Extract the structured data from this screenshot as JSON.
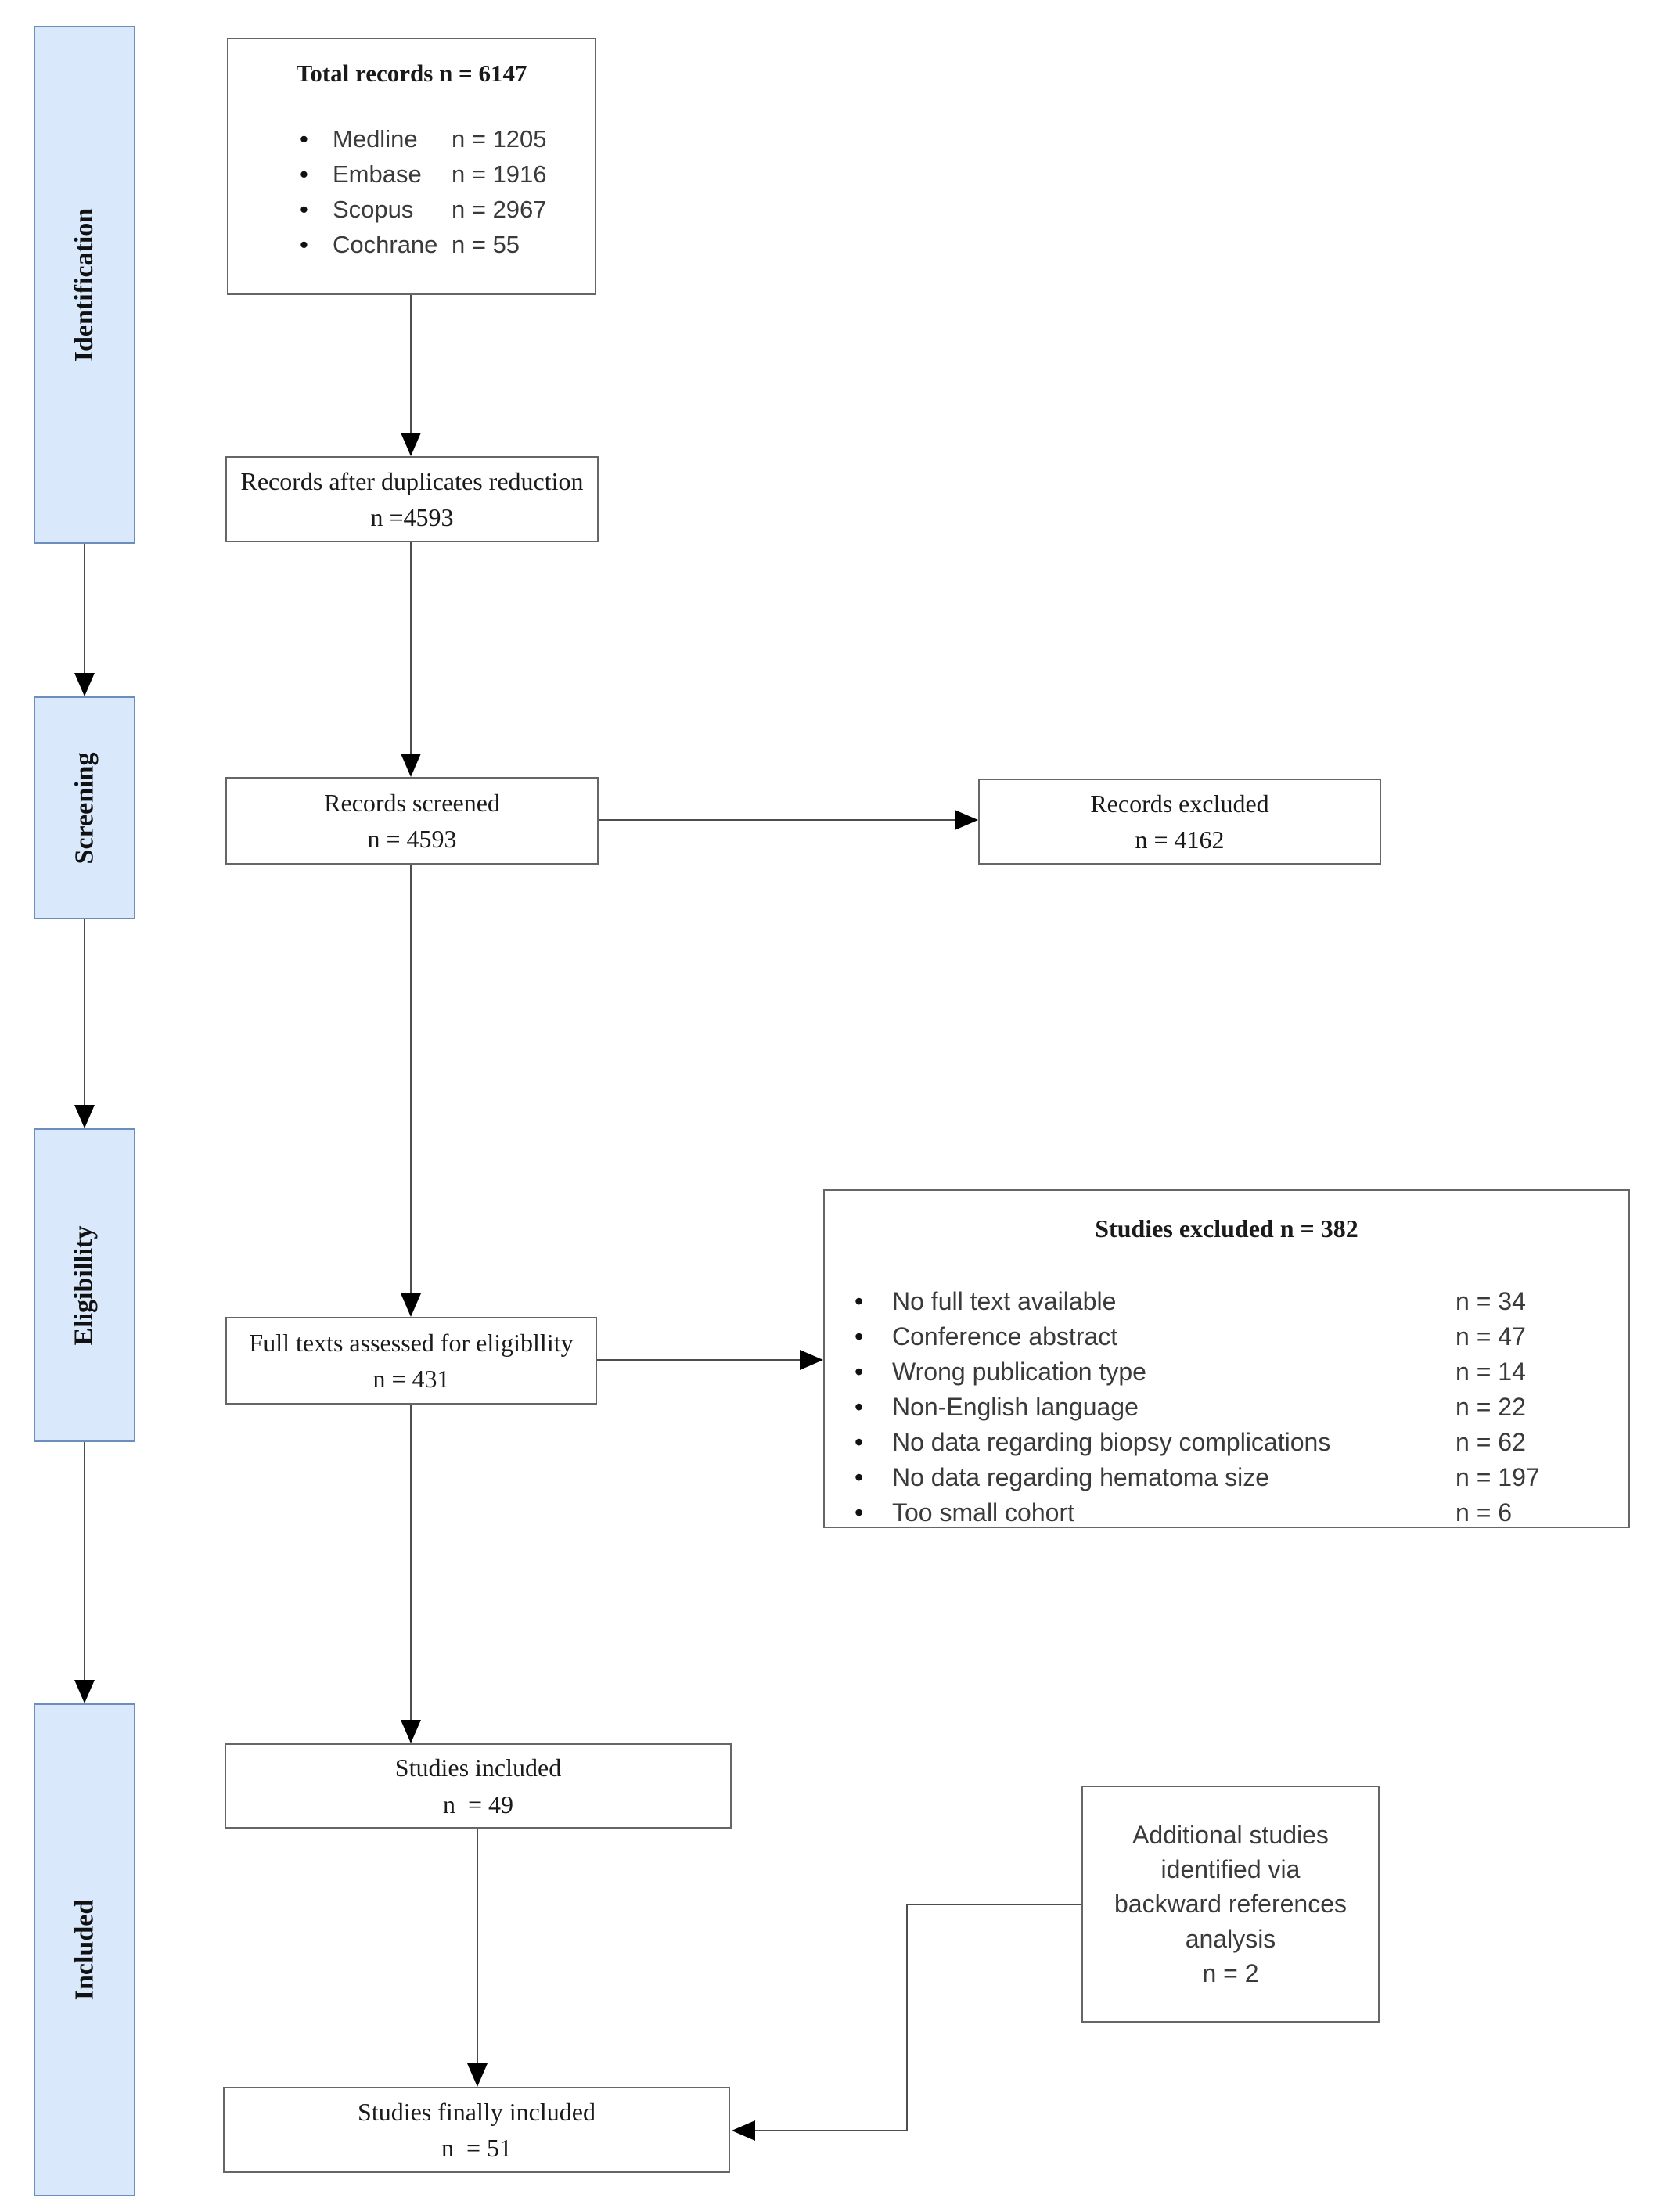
{
  "diagram": {
    "background": "#ffffff",
    "connector_color": "#4d4d4d",
    "box_border_color": "#666666",
    "sidebar_fill": "#dae8fc",
    "sidebar_border": "#6c8ebf"
  },
  "sidebar": {
    "stages": [
      {
        "label": "Identification"
      },
      {
        "label": "Screening"
      },
      {
        "label": "Eligibillity"
      },
      {
        "label": "Included"
      }
    ]
  },
  "nodes": {
    "total": {
      "title": "Total records n = 6147",
      "items": [
        {
          "label": "Medline",
          "value": "n = 1205"
        },
        {
          "label": "Embase",
          "value": "n = 1916"
        },
        {
          "label": "Scopus",
          "value": "n = 2967"
        },
        {
          "label": "Cochrane",
          "value": "n = 55"
        }
      ]
    },
    "duplicates": {
      "line1": "Records after duplicates reduction",
      "line2": "n =4593"
    },
    "screened": {
      "line1": "Records screened",
      "line2": "n = 4593"
    },
    "records_excluded": {
      "line1": "Records excluded",
      "line2": "n = 4162"
    },
    "full_texts": {
      "line1": "Full texts assessed for eligibllity",
      "line2": "n = 431"
    },
    "studies_excluded": {
      "title": "Studies excluded n = 382",
      "items": [
        {
          "label": "No full text available",
          "value": "n = 34"
        },
        {
          "label": "Conference abstract",
          "value": "n = 47"
        },
        {
          "label": "Wrong publication type",
          "value": "n = 14"
        },
        {
          "label": "Non-English language",
          "value": "n = 22"
        },
        {
          "label": "No data regarding biopsy complications",
          "value": "n = 62"
        },
        {
          "label": "No data regarding hematoma size",
          "value": "n = 197"
        },
        {
          "label": "Too small cohort",
          "value": "n = 6"
        }
      ]
    },
    "studies_included": {
      "line1": "Studies included",
      "line2": "n  = 49"
    },
    "additional": {
      "text": "Additional studies\nidentified via\nbackward references\nanalysis\nn = 2"
    },
    "final": {
      "line1": "Studies finally included",
      "line2": "n  = 51"
    }
  },
  "ui": {
    "bullet": "•"
  }
}
